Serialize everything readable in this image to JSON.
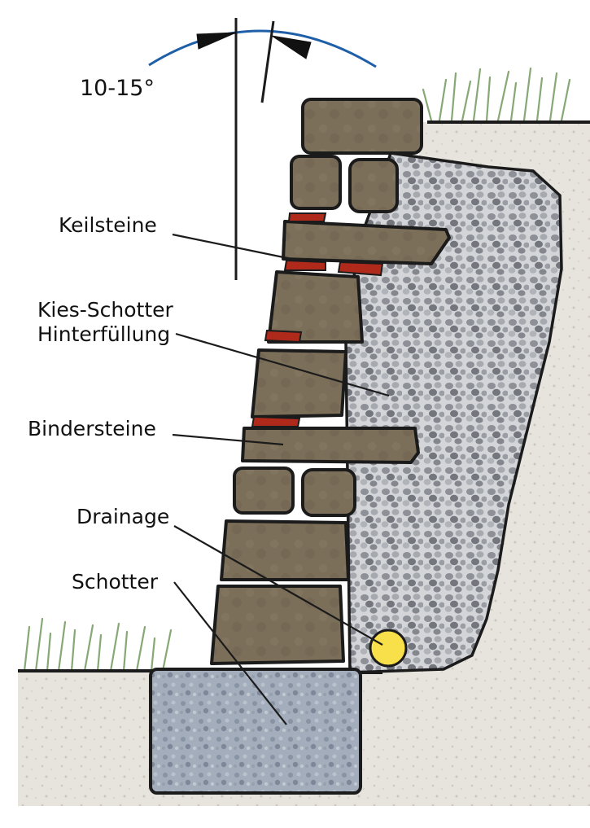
{
  "angle": {
    "text": "10-15°"
  },
  "labels": {
    "keilsteine": "Keilsteine",
    "kies_line1": "Kies-Schotter",
    "kies_line2": "Hinterfüllung",
    "bindersteine": "Bindersteine",
    "drainage": "Drainage",
    "schotter": "Schotter"
  },
  "colors": {
    "stone": "#7c6f59",
    "stone_dark": "#6a5e4b",
    "gravel_fill": "#c9cbd0",
    "pebble": "#8d9096",
    "pebble_dark": "#5d6065",
    "soil": "#e6e3dc",
    "foundation": "#9aa4b3",
    "wedge_red": "#b02a1c",
    "drain_yellow": "#f7e04a",
    "arc_blue": "#1f5fa8",
    "grass": "#7fa36a",
    "outline": "#1b1b1b"
  }
}
